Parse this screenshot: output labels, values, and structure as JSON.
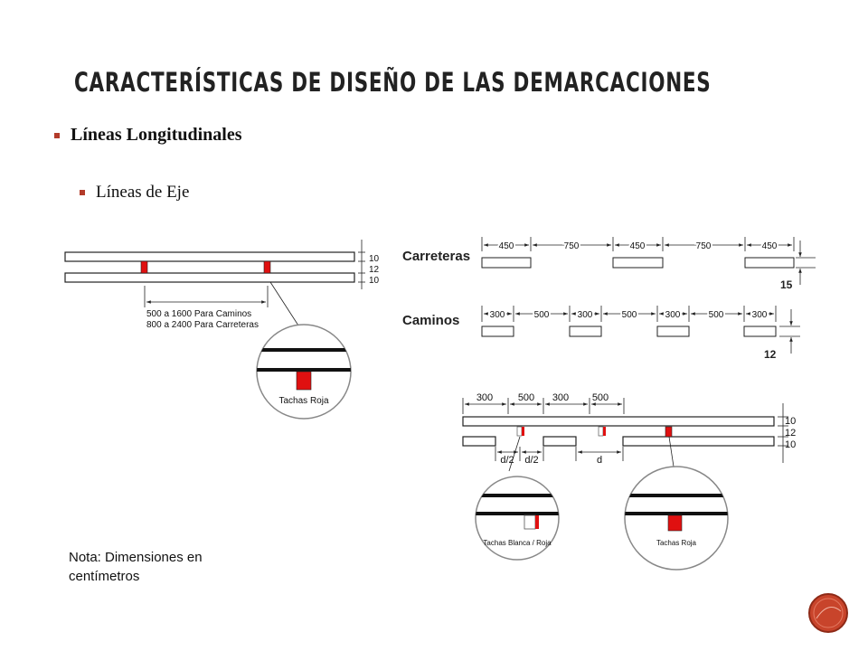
{
  "slide": {
    "title": "Características de diseño de las demarcaciones",
    "bullet_1": "Líneas Longitudinales",
    "bullet_2": "Líneas de Eje",
    "note": "Nota: Dimensiones en centímetros"
  },
  "left_diagram": {
    "dims": [
      "10",
      "12",
      "10"
    ],
    "spacing_1": "500 a 1600 Para Caminos",
    "spacing_2": "800 a 2400 Para Carreteras",
    "detail_label": "Tachas Roja"
  },
  "carreteras": {
    "label": "Carreteras",
    "dims": [
      "450",
      "750",
      "450",
      "750",
      "450"
    ],
    "width": "15"
  },
  "caminos": {
    "label": "Caminos",
    "dims": [
      "300",
      "500",
      "300",
      "500",
      "300",
      "500",
      "300"
    ],
    "width": "12"
  },
  "bottom_diagram": {
    "top_dims": [
      "300",
      "500",
      "300",
      "500"
    ],
    "side_dims": [
      "10",
      "12",
      "10"
    ],
    "bottom_dims": [
      "d/2",
      "d/2",
      "d"
    ],
    "detail_left": "Tachas Blanca / Roja",
    "detail_right": "Tachas Roja"
  },
  "colors": {
    "accent": "#b33b2a",
    "tacha": "#e01010"
  }
}
